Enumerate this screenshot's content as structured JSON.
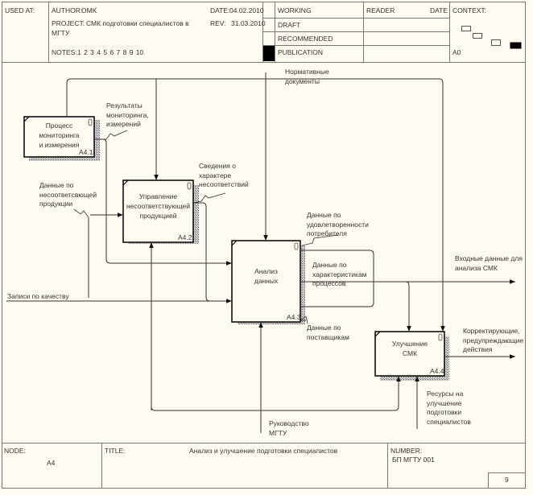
{
  "header": {
    "used_at_label": "USED AT:",
    "author_label": "AUTHOR:",
    "author": "OMK",
    "project_label": "PROJECT:",
    "project_line1": "СМК подготовки специалистов в",
    "project_line2": "МГТУ",
    "date_label": "DATE:",
    "date": "04.02.2010",
    "rev_label": "REV:",
    "rev": "31.03.2010",
    "notes_label": "NOTES:",
    "notes": "1 2 3 4 5 6 7 8 9 10",
    "status": {
      "working": "WORKING",
      "draft": "DRAFT",
      "recommended": "RECOMMENDED",
      "publication": "PUBLICATION",
      "selected": "PUBLICATION"
    },
    "reader_label": "READER",
    "reader_date_label": "DATE",
    "context_label": "CONTEXT:",
    "context_node": "A0"
  },
  "diagram": {
    "boxes": [
      {
        "id": "A4.1",
        "title_lines": [
          "Процесс",
          "мониторинга",
          "и измерения"
        ]
      },
      {
        "id": "A4.2",
        "title_lines": [
          "Управление",
          "несоответствующей",
          "продукцией"
        ]
      },
      {
        "id": "A4.3",
        "title_lines": [
          "Анализ",
          "данных"
        ]
      },
      {
        "id": "A4.4",
        "title_lines": [
          "Улучшение",
          "СМК"
        ]
      }
    ],
    "arrows": {
      "normative_docs": [
        "Нормативные",
        "документы"
      ],
      "monitoring_results": [
        "Результаты",
        "мониторинга,",
        "измерений"
      ],
      "nonconformity_info": [
        "Сведения о",
        "характере",
        "несоответствий"
      ],
      "nonconforming_product_data": [
        "Данные по",
        "несоответсвющей",
        "продукции"
      ],
      "customer_satisfaction": [
        "Данные по",
        "удовлетворенности",
        "потребителя"
      ],
      "process_characteristics": [
        "Данные по",
        "характеристикам",
        "процессов"
      ],
      "supplier_data": [
        "Данные по",
        "поставщикам"
      ],
      "input_data_smk": [
        "Входные данные для",
        "анализа СМК"
      ],
      "quality_records": [
        "Записи по качеству"
      ],
      "corrective_actions": [
        "Корректирующие,",
        "предупреждающие",
        "действия"
      ],
      "resources": [
        "Ресурсы на",
        "улучшение",
        "подготовки",
        "специалистов"
      ],
      "management": [
        "Руководство",
        "МГТУ"
      ]
    }
  },
  "footer": {
    "node_label": "NODE:",
    "node": "A4",
    "title_label": "TITLE:",
    "title": "Анализ и улучшение подготовки специалистов",
    "number_label": "NUMBER:",
    "number": "БП МГТУ 001",
    "page": "9"
  }
}
